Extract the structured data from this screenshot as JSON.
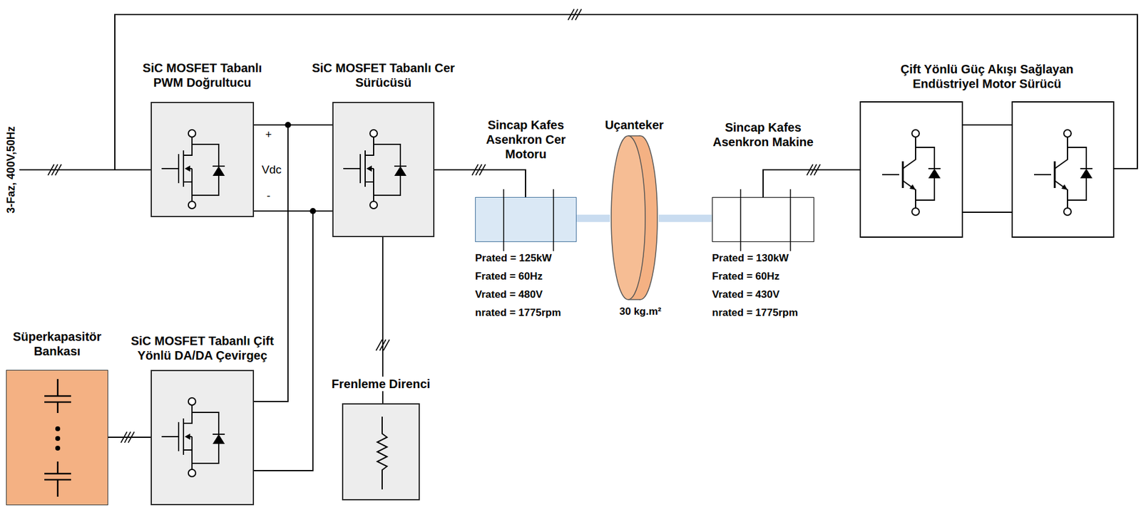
{
  "diagram": {
    "nodes": [
      {
        "text": [
          "SiC MOSFET Tabanlı PWM Doğrultucu"
        ]
      },
      {
        "text": [
          "SiC MOSFET Tabanlı Cer Sürücüsü"
        ]
      },
      {
        "text": [
          "Sincap Kafes Asenkron Cer Motoru"
        ]
      },
      {
        "text": [
          "Uçanteker"
        ]
      },
      {
        "text": [
          "Sincap Kafes Asenkron Makine"
        ]
      },
      {
        "text": [
          "Çift Yönlü Güç Akışı Sağlayan Endüstriyel Motor Sürücü"
        ]
      },
      {
        "text": [
          "Süperkapasitör Bankası"
        ]
      },
      {
        "text": [
          "SiC MOSFET Tabanlı Çift Yönlü DA/DA Çevirgeç"
        ]
      },
      {
        "text": [
          "Frenleme Direnci"
        ]
      }
    ],
    "edges": [
      {
        "from": 0,
        "to": 1,
        "arrow": "none"
      },
      {
        "from": 0,
        "to": 1,
        "arrow": "none"
      },
      {
        "from": 7,
        "to": 1,
        "arrow": "none"
      },
      {
        "from": 7,
        "to": 1,
        "arrow": "none"
      },
      {
        "from": 6,
        "to": 7,
        "arrow": "none"
      },
      {
        "from": 1,
        "to": 2,
        "arrow": "none"
      },
      {
        "from": 1,
        "to": 8,
        "arrow": "none"
      },
      {
        "from": 2,
        "to": 3,
        "arrow": "none"
      },
      {
        "from": 3,
        "to": 4,
        "arrow": "none"
      },
      {
        "from": 4,
        "to": 5,
        "arrow": "none"
      }
    ],
    "labels": [
      "3-Faz, 400V,50Hz",
      "+",
      "Vdc",
      "-",
      "Prated = 125kW",
      "Frated = 60Hz",
      "Vrated = 480V",
      "nrated = 1775rpm",
      "30 kg.m²",
      "Prated = 130kW",
      "Frated = 60Hz",
      "Vrated = 430V",
      "nrated = 1775rpm"
    ]
  }
}
